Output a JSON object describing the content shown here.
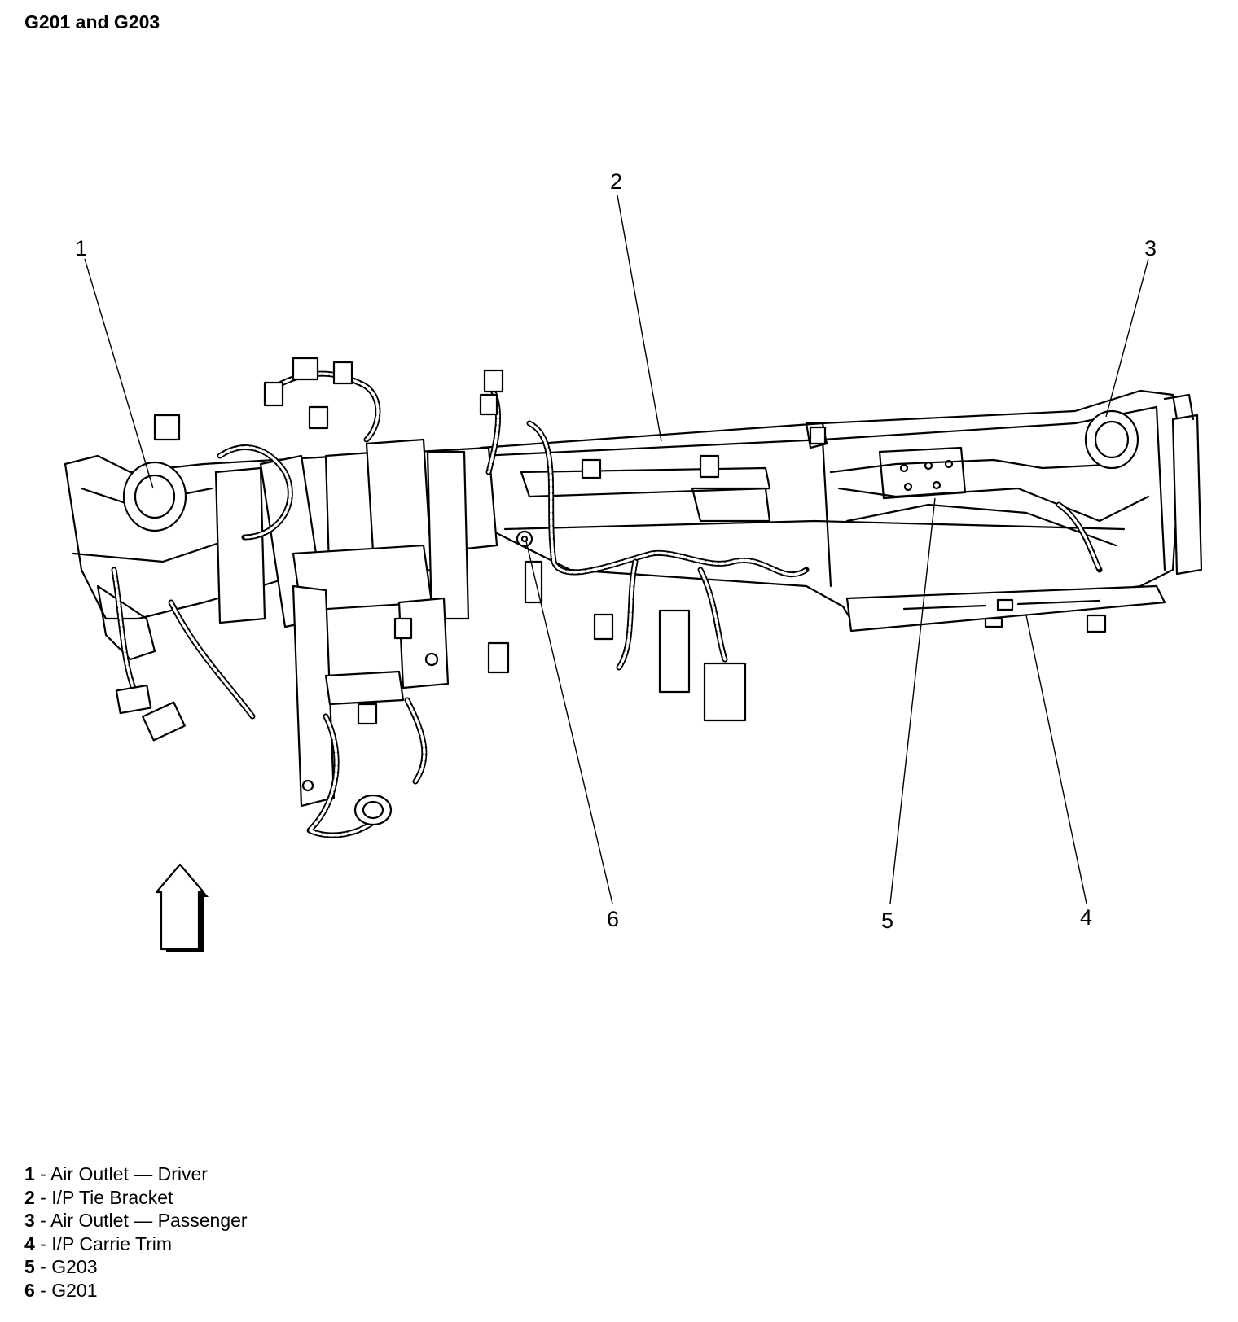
{
  "title": "G201 and G203",
  "callouts": [
    {
      "number": "1",
      "text": "Air Outlet — Driver"
    },
    {
      "number": "2",
      "text": "I/P Tie Bracket"
    },
    {
      "number": "3",
      "text": "Air Outlet — Passenger"
    },
    {
      "number": "4",
      "text": "I/P Carrie Trim"
    },
    {
      "number": "5",
      "text": "G203"
    },
    {
      "number": "6",
      "text": "G201"
    }
  ],
  "legend_separator": " - ",
  "icons": {
    "direction_arrow": "up-arrow-icon"
  }
}
